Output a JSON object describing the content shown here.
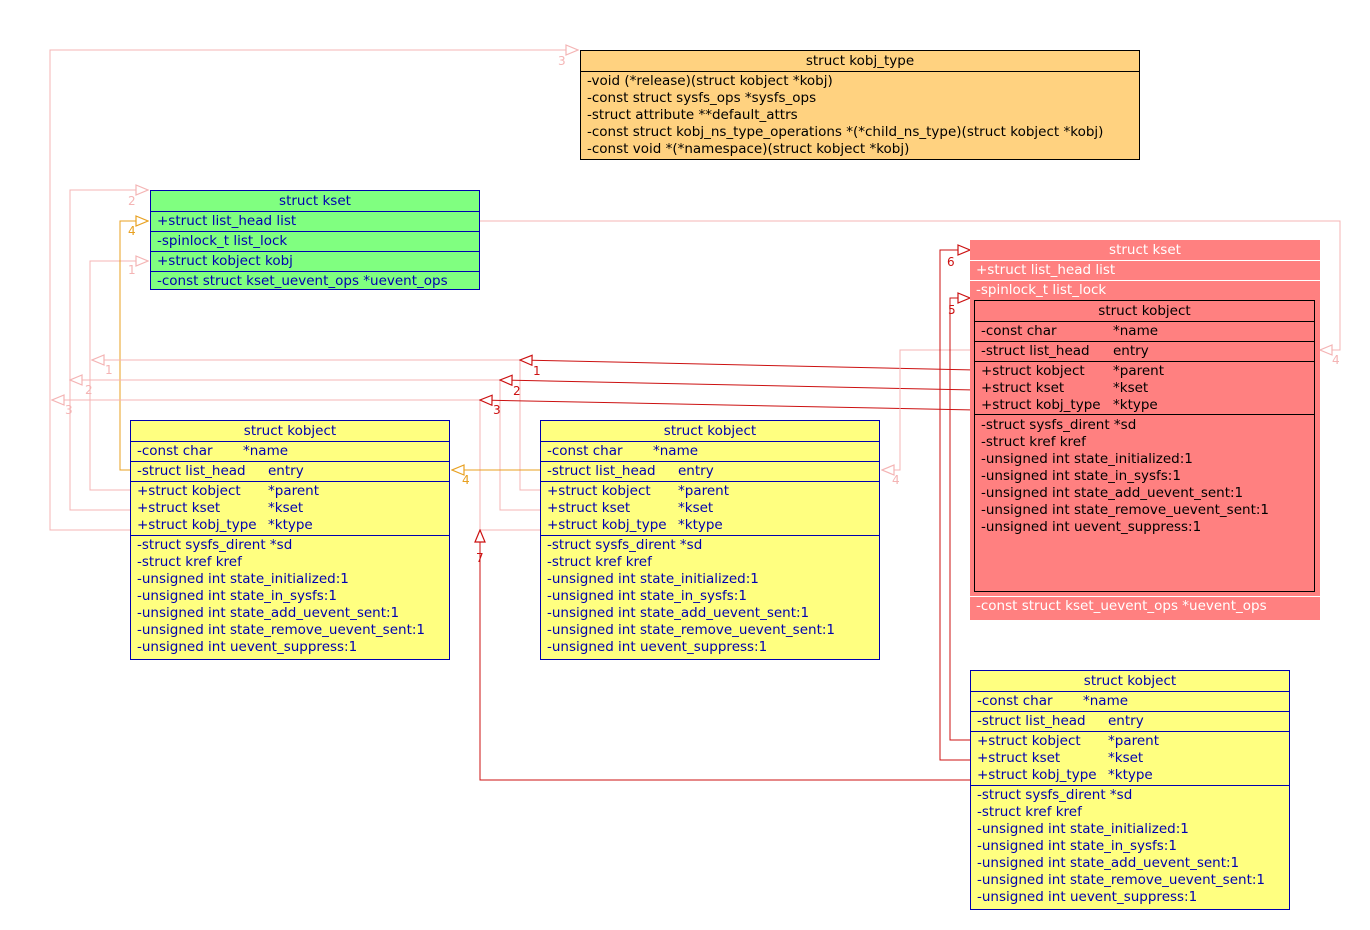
{
  "colors": {
    "orange_bg": "#ffd280",
    "green_bg": "#80ff80",
    "yellow_bg": "#ffff80",
    "red_bg": "#ff8080",
    "blue_border": "#0000b0",
    "pink_link": "#f4b4b4",
    "red_link": "#cc1111",
    "orange_link": "#e8a020"
  },
  "kobj_type": {
    "title": "struct kobj_type",
    "fields": [
      "-void (*release)(struct kobject *kobj)",
      "-const struct sysfs_ops *sysfs_ops",
      "-struct attribute **default_attrs",
      "-const struct kobj_ns_type_operations *(*child_ns_type)(struct kobject *kobj)",
      "-const void *(*namespace)(struct kobject *kobj)"
    ]
  },
  "kset_green": {
    "title": "struct kset",
    "fields": [
      "+struct list_head list",
      "-spinlock_t list_lock",
      "+struct kobject kobj",
      "-const struct kset_uevent_ops *uevent_ops"
    ]
  },
  "kset_red": {
    "title": "struct kset",
    "list": "+struct list_head list",
    "lock": "-spinlock_t list_lock",
    "uevent": "-const struct kset_uevent_ops *uevent_ops"
  },
  "kobject_template": {
    "title": "struct kobject",
    "name_t": "-const char",
    "name_n": "*name",
    "entry_t": "-struct list_head",
    "entry_n": "entry",
    "parent_t": "+struct kobject",
    "parent_n": "*parent",
    "kset_t": "+struct kset",
    "kset_n": "*kset",
    "ktype_t": "+struct kobj_type",
    "ktype_n": "*ktype",
    "ops": [
      "-struct sysfs_dirent *sd",
      "-struct kref      kref",
      "-unsigned int state_initialized:1",
      "-unsigned int state_in_sysfs:1",
      "-unsigned int state_add_uevent_sent:1",
      "-unsigned int state_remove_uevent_sent:1",
      "-unsigned int uevent_suppress:1"
    ]
  },
  "link_labels": {
    "l1": "1",
    "l2": "2",
    "l3": "3",
    "l4": "4",
    "l5": "5",
    "l6": "6",
    "l7": "7"
  }
}
